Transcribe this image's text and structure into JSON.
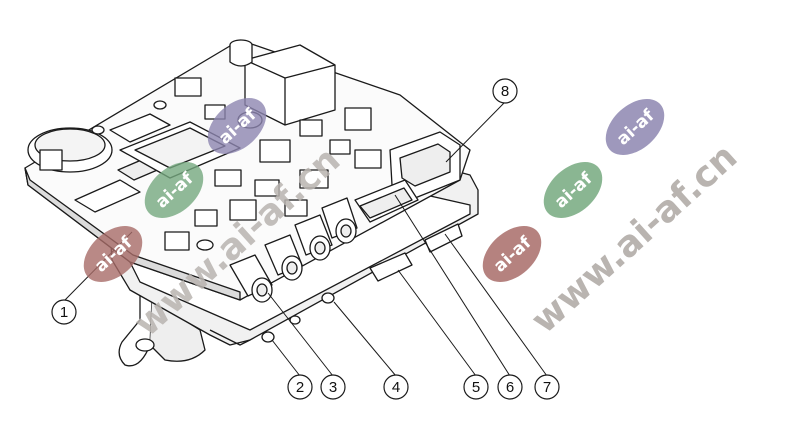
{
  "callouts": [
    {
      "num": "1"
    },
    {
      "num": "2"
    },
    {
      "num": "3"
    },
    {
      "num": "4"
    },
    {
      "num": "5"
    },
    {
      "num": "6"
    },
    {
      "num": "7"
    },
    {
      "num": "8"
    }
  ],
  "watermark": {
    "badge_text": "ai-af",
    "url_text": "www.ai-af.cn",
    "colors": {
      "red": "#a86c68",
      "green": "#76a97f",
      "purple": "#8d86b0",
      "url": "#b9b4b0"
    }
  },
  "colors": {
    "line": "#1a1a1a",
    "fill": "#ffffff",
    "shade": "#e9e9e9"
  }
}
